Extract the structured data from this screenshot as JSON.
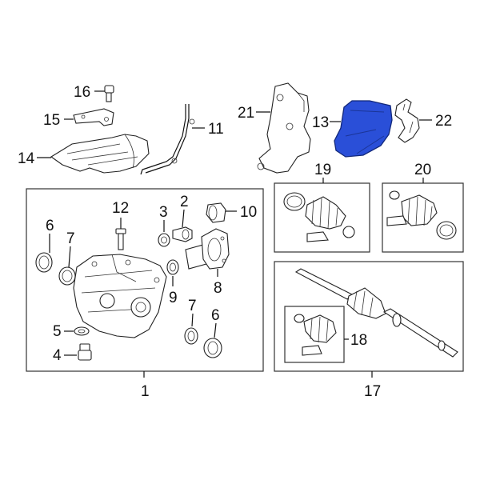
{
  "diagram": {
    "highlight_color": "#2a4fd8",
    "highlighted_part": "13",
    "callouts": {
      "c1": "1",
      "c2": "2",
      "c3": "3",
      "c4": "4",
      "c5": "5",
      "c6a": "6",
      "c6b": "6",
      "c7a": "7",
      "c7b": "7",
      "c8": "8",
      "c9": "9",
      "c10": "10",
      "c11": "11",
      "c12": "12",
      "c13": "13",
      "c14": "14",
      "c15": "15",
      "c16": "16",
      "c17": "17",
      "c18": "18",
      "c19": "19",
      "c20": "20",
      "c21": "21",
      "c22": "22"
    }
  }
}
